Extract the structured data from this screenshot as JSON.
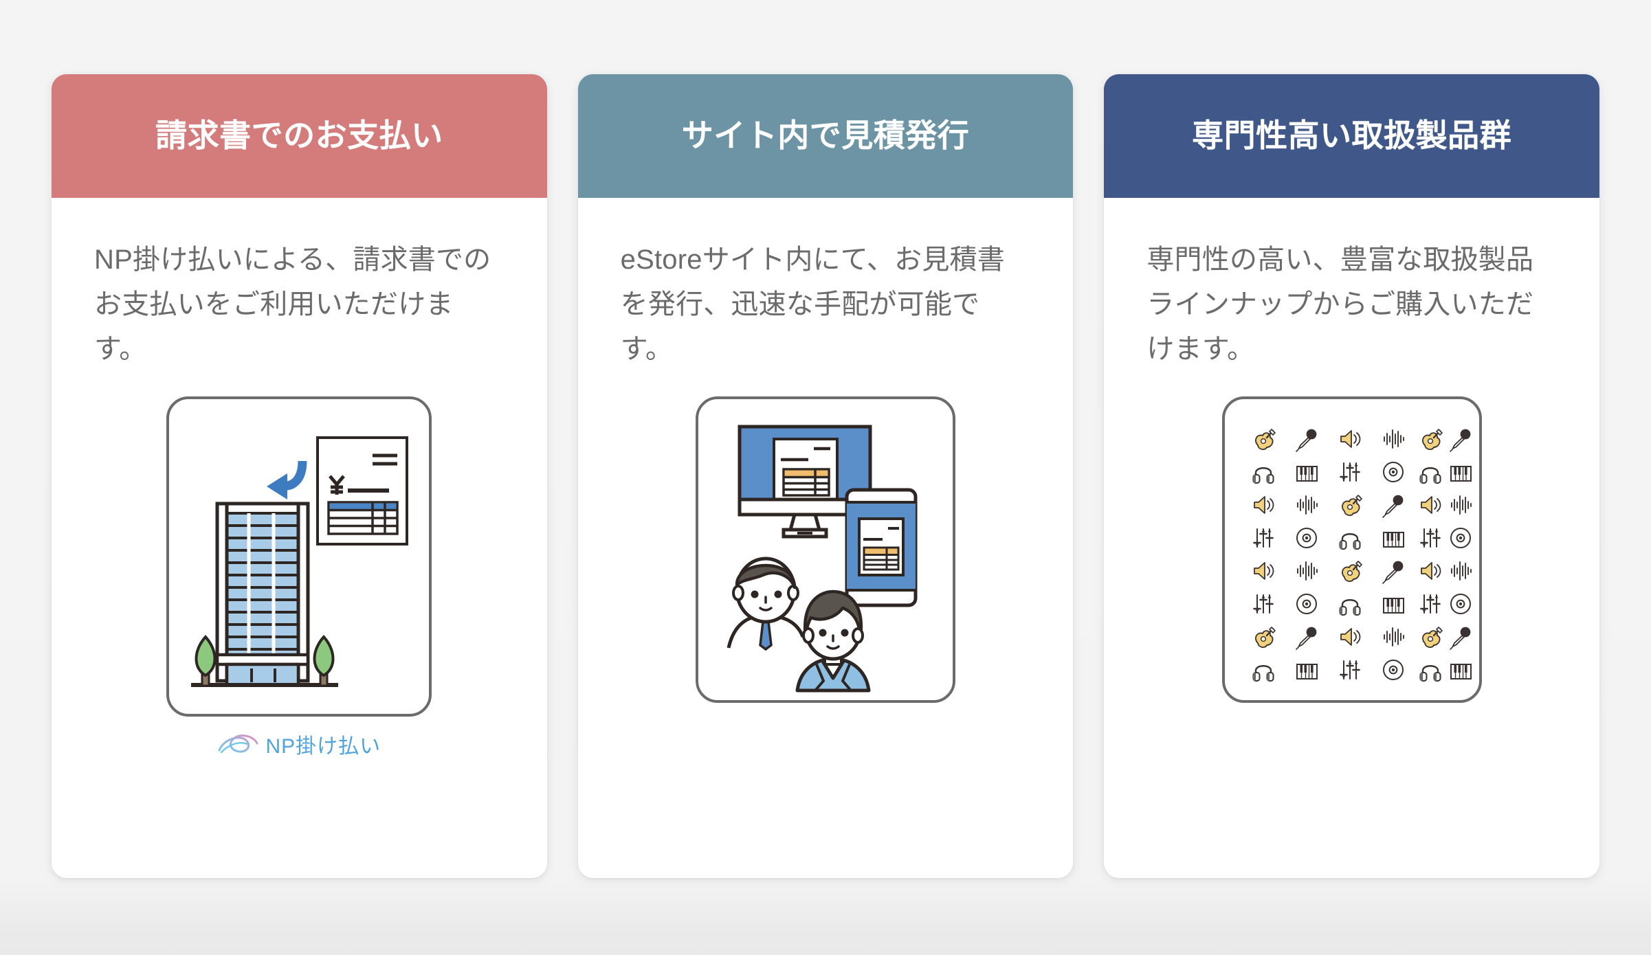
{
  "page": {
    "background_color": "#f2f2f2"
  },
  "cards": [
    {
      "id": "invoice-payment",
      "header_color": "#d47b7b",
      "title": "請求書でのお支払い",
      "description": "NP掛け払いによる、請求書でのお支払いをご利用いただけます。",
      "illustration": "building-invoice-illustration",
      "logo": {
        "name": "np-kakebarai-logo",
        "text": "NP掛け払い",
        "mark_colors": [
          "#6fc7e8",
          "#e58bbd",
          "#4fa3dd"
        ],
        "text_color": "#4fa3dd"
      }
    },
    {
      "id": "online-quote",
      "header_color": "#6d94a4",
      "title": "サイト内で見積発行",
      "description": "eStoreサイト内にて、お見積書を発行、迅速な手配が可能です。",
      "illustration": "devices-people-illustration",
      "logo": null
    },
    {
      "id": "product-lineup",
      "header_color": "#3f5889",
      "title": "専門性高い取扱製品群",
      "description": "専門性の高い、豊富な取扱製品ラインナップからご購入いただけます。",
      "illustration": "music-icon-grid-illustration",
      "logo": null
    }
  ],
  "illustration_details": {
    "building_invoice": {
      "elements": [
        "office-building",
        "trees",
        "down-arrow",
        "invoice-document"
      ],
      "building_fill": "#a8cce8",
      "arrow_color": "#3d7cc0",
      "tree_color": "#8cc97e",
      "invoice_table_header_color": "#4a86c8",
      "currency_symbol": "¥"
    },
    "devices_people": {
      "elements": [
        "desktop-monitor",
        "smartphone",
        "man-figure",
        "woman-figure"
      ],
      "screen_color": "#5b8fca",
      "accent_color": "#f0bd6d",
      "tie_color": "#5b8fca",
      "jacket_color": "#8fc0e3",
      "hair_color": "#5a544f"
    },
    "music_grid": {
      "columns": 6,
      "rows": 8,
      "icon_names": [
        "guitar-icon",
        "microphone-icon",
        "speaker-icon",
        "waveform-icon",
        "headphones-icon",
        "piano-icon",
        "equalizer-icon",
        "disc-icon"
      ],
      "accent_color": "#f2d17c",
      "line_color": "#3a3230"
    }
  }
}
